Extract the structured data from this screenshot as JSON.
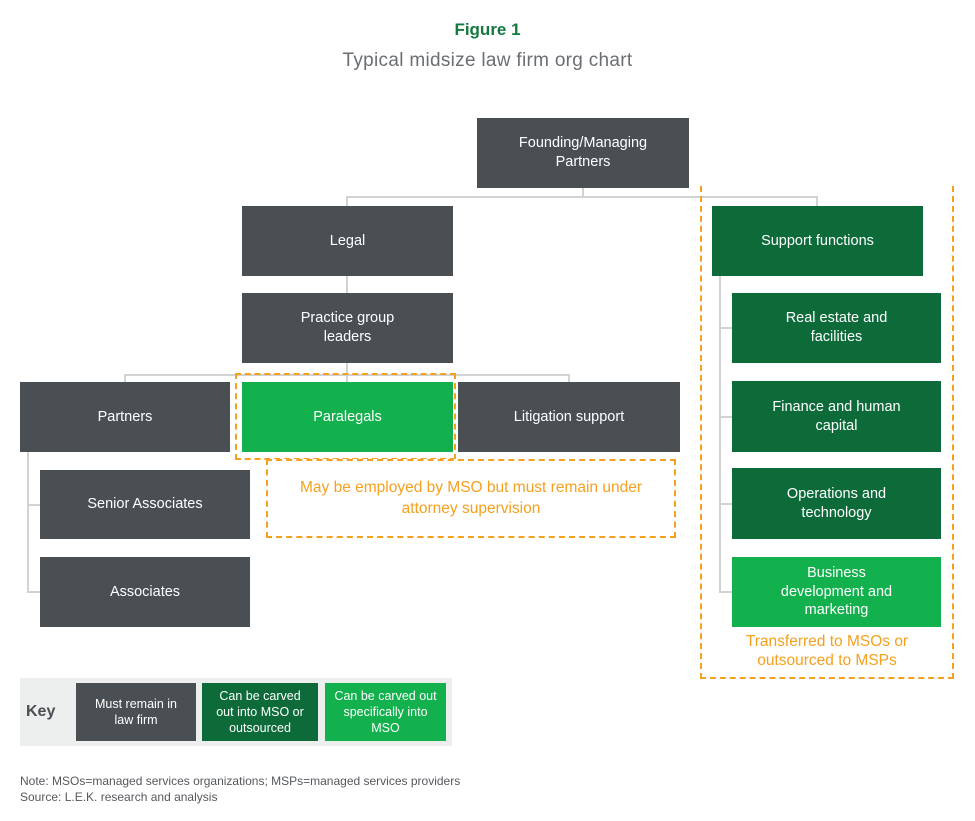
{
  "figure": {
    "label": "Figure 1",
    "title": "Typical midsize law firm org chart"
  },
  "org": {
    "founding": "Founding/Managing Partners",
    "legal": "Legal",
    "practice_group": "Practice group leaders",
    "partners": "Partners",
    "paralegals": "Paralegals",
    "litigation": "Litigation support",
    "senior_associates": "Senior Associates",
    "associates": "Associates",
    "support_functions": "Support functions",
    "real_estate": "Real estate and facilities",
    "finance": "Finance and human capital",
    "operations": "Operations and technology",
    "bizdev": "Business development and marketing"
  },
  "annotations": {
    "paralegals_note": "May be employed by MSO but must remain under attorney supervision",
    "support_note": "Transferred to MSOs or outsourced to MSPs"
  },
  "key": {
    "label": "Key",
    "items": [
      {
        "label": "Must remain in law firm",
        "style": "charcoal"
      },
      {
        "label": "Can be carved out into MSO or outsourced",
        "style": "dark-green"
      },
      {
        "label": "Can be carved out specifically into MSO",
        "style": "bright-green"
      }
    ]
  },
  "footer": {
    "note": "Note: MSOs=managed services organizations; MSPs=managed services providers",
    "source": "Source: L.E.K. research and analysis"
  },
  "colors": {
    "charcoal": "#4A4F54",
    "dark_green": "#0D6B3A",
    "bright_green": "#12B14D",
    "orange": "#F5A01F",
    "title_green": "#15793F",
    "connector_gray": "#D0D2D3",
    "key_background": "#EDEEEE"
  }
}
